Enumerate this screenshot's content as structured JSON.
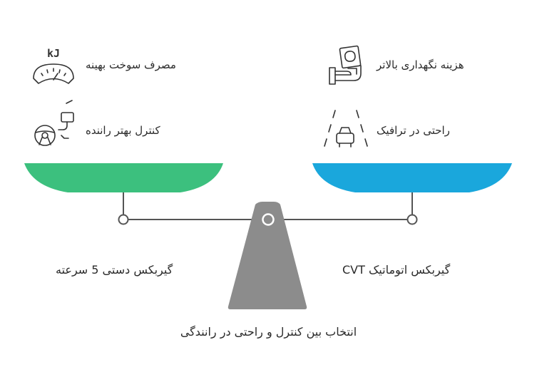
{
  "left_pan": {
    "color": "#3cc07e",
    "items": [
      {
        "icon": "fuel-gauge-icon",
        "icon_text": "kJ",
        "label": "مصرف سوخت بهینه"
      },
      {
        "icon": "steering-wheel-icon",
        "label": "کنترل بهتر راننده"
      }
    ],
    "caption": "گیربکس دستی 5 سرعته"
  },
  "right_pan": {
    "color": "#1aa7dc",
    "items": [
      {
        "icon": "money-hand-icon",
        "label": "هزینه نگهداری بالاتر"
      },
      {
        "icon": "car-road-icon",
        "label": "راحتی در ترافیک"
      }
    ],
    "caption": "CVT گیربکس اتوماتیک"
  },
  "fulcrum": {
    "color": "#8c8c8c"
  },
  "footer": "انتخاب بین کنترل و راحتی در رانندگی"
}
